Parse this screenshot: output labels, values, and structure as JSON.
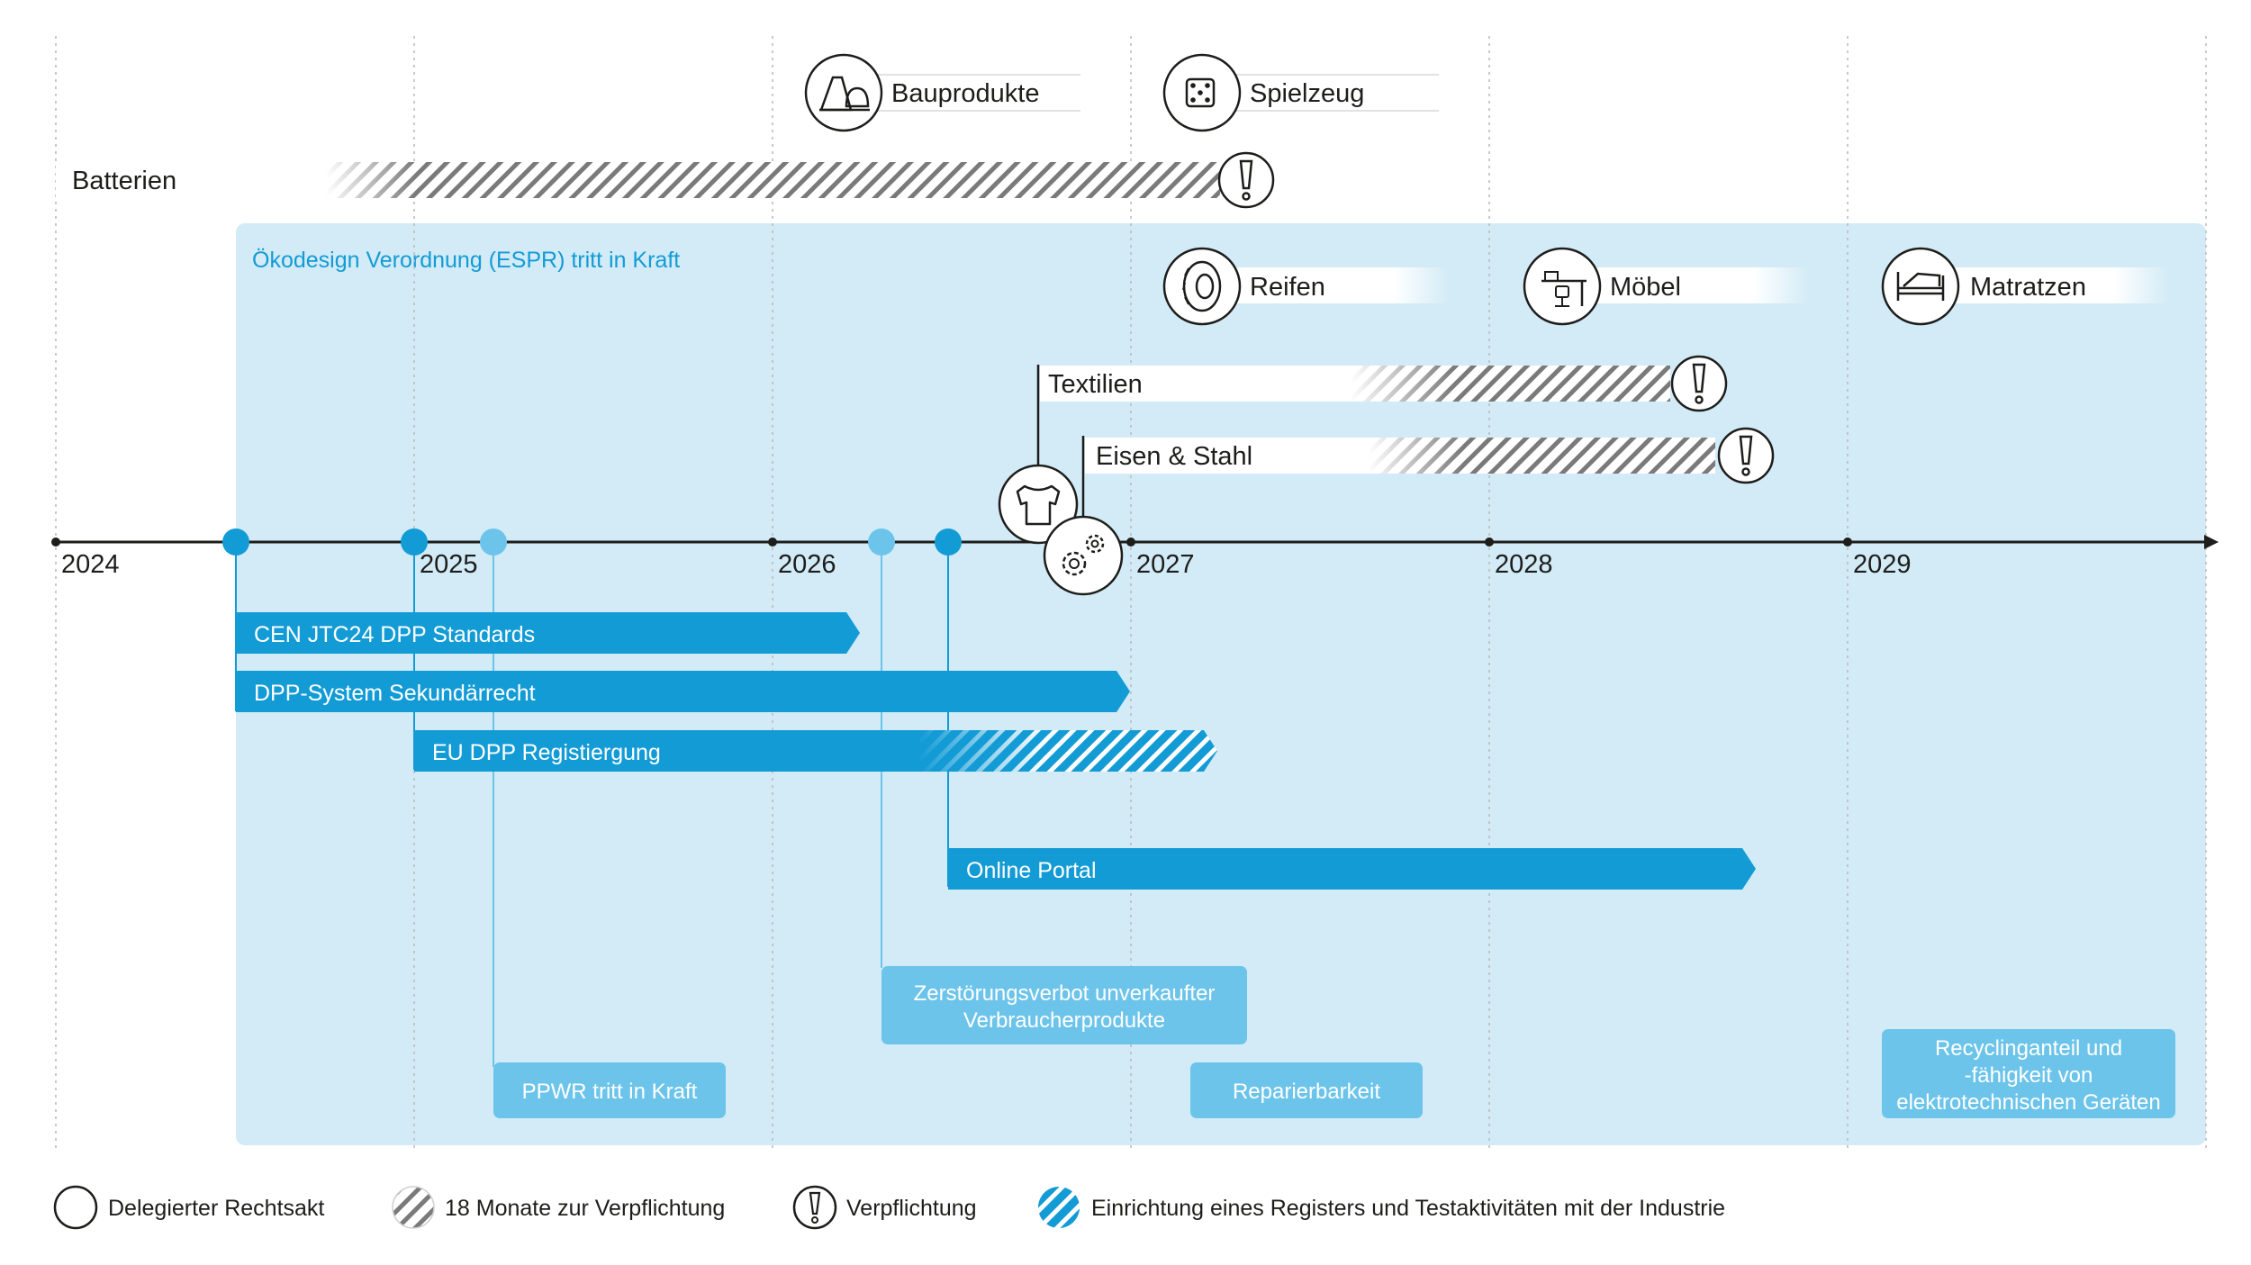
{
  "timeline": {
    "years": [
      "2024",
      "2025",
      "2026",
      "2027",
      "2028",
      "2029"
    ]
  },
  "espr_region": {
    "label": "Ökodesign Verordnung (ESPR) tritt in Kraft"
  },
  "top_items": {
    "bauprodukte": "Bauprodukte",
    "spielzeug": "Spielzeug",
    "batterien": "Batterien"
  },
  "sector_items": {
    "reifen": "Reifen",
    "moebel": "Möbel",
    "matratzen": "Matratzen",
    "textilien": "Textilien",
    "eisen_stahl": "Eisen & Stahl"
  },
  "bars": {
    "cen": "CEN JTC24 DPP Standards",
    "dpp_system": "DPP-System Sekundärrecht",
    "eu_registry": "EU DPP Registiergung",
    "online_portal": "Online Portal"
  },
  "boxes": {
    "zerstoerung_line1": "Zerstörungsverbot unverkaufter",
    "zerstoerung_line2": "Verbraucherprodukte",
    "ppwr": "PPWR tritt in Kraft",
    "reparierbarkeit": "Reparierbarkeit",
    "recycling_line1": "Recyclinganteil und",
    "recycling_line2": "-fähigkeit von",
    "recycling_line3": "elektrotechnischen Geräten"
  },
  "legend": {
    "delegated": "Delegierter Rechtsakt",
    "months18": "18 Monate zur Verpflichtung",
    "obligation": "Verpflichtung",
    "registry": "Einrichtung eines Registers und Testaktivitäten mit der Industrie"
  },
  "colors": {
    "accent": "#139bd6",
    "light_accent": "#6cc4ea",
    "region": "#d2ebf6",
    "hatch": "#6b6b6b",
    "text": "#1d1d1b"
  }
}
